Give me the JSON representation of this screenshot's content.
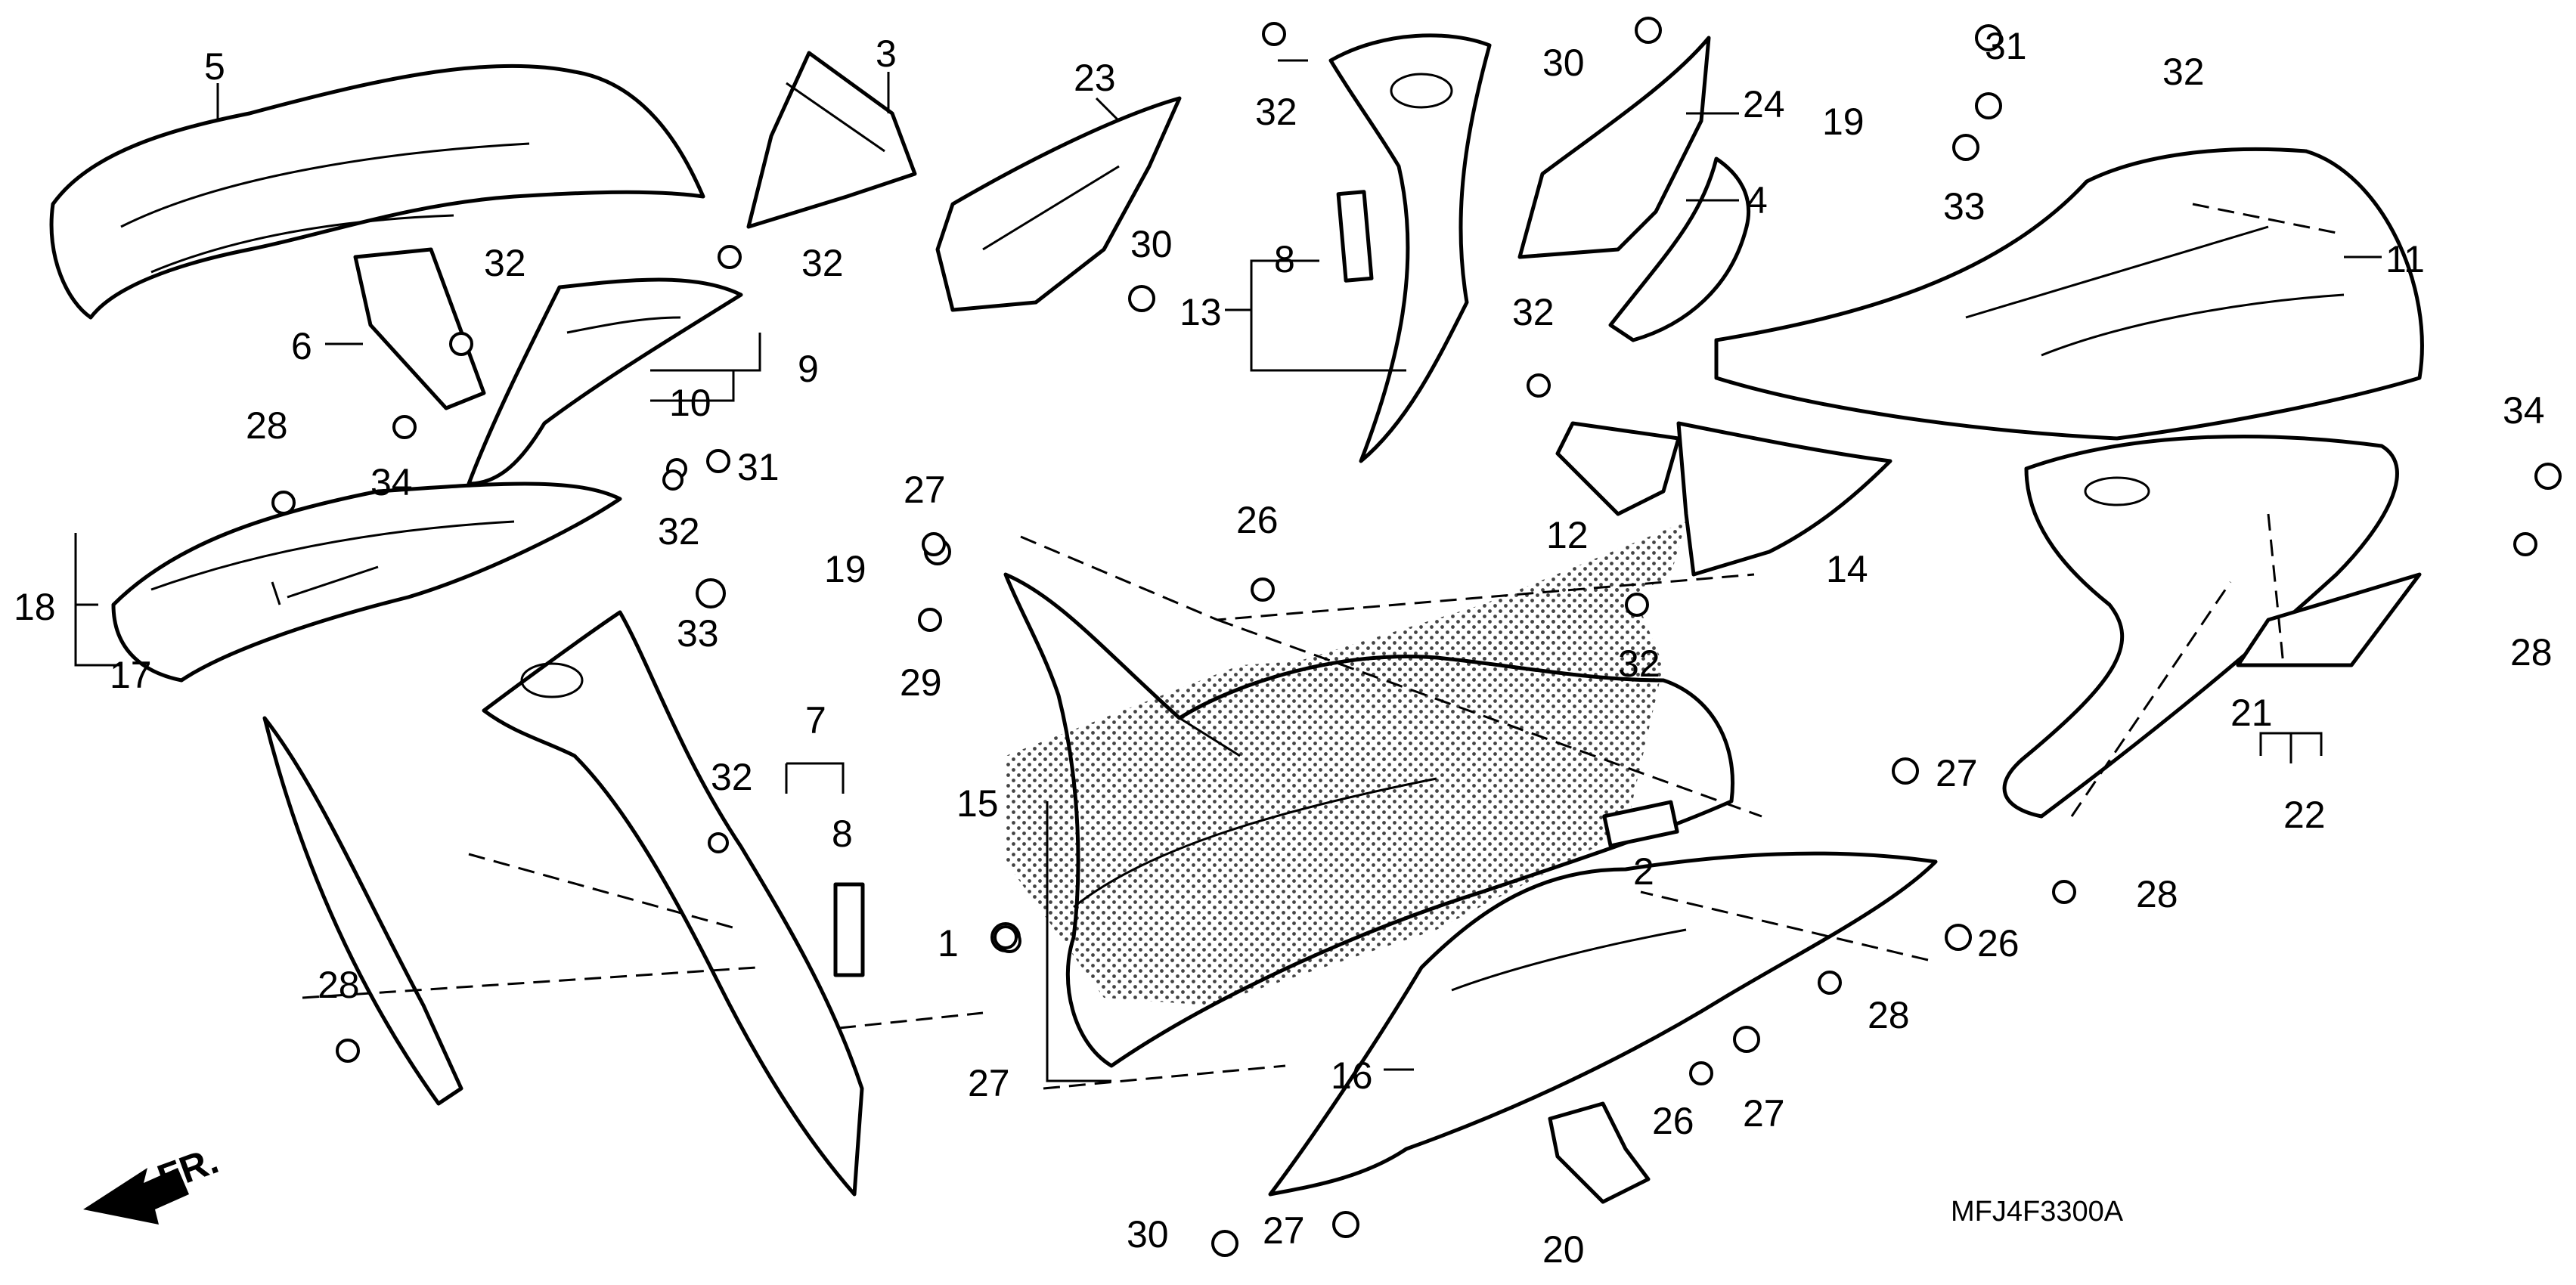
{
  "diagram_code": "MFJ4F3300A",
  "direction_label": "FR.",
  "part_labels": [
    {
      "id": "p5",
      "text": "5"
    },
    {
      "id": "p3",
      "text": "3"
    },
    {
      "id": "p23",
      "text": "23"
    },
    {
      "id": "p32a",
      "text": "32"
    },
    {
      "id": "p30a",
      "text": "30"
    },
    {
      "id": "p24",
      "text": "24"
    },
    {
      "id": "p31a",
      "text": "31"
    },
    {
      "id": "p32b",
      "text": "32"
    },
    {
      "id": "p19a",
      "text": "19"
    },
    {
      "id": "p4",
      "text": "4"
    },
    {
      "id": "p33a",
      "text": "33"
    },
    {
      "id": "p32c",
      "text": "32"
    },
    {
      "id": "p32d",
      "text": "32"
    },
    {
      "id": "p6",
      "text": "6"
    },
    {
      "id": "p30b",
      "text": "30"
    },
    {
      "id": "p8a",
      "text": "8"
    },
    {
      "id": "p13",
      "text": "13"
    },
    {
      "id": "p11",
      "text": "11"
    },
    {
      "id": "p9",
      "text": "9"
    },
    {
      "id": "p10",
      "text": "10"
    },
    {
      "id": "p32e",
      "text": "32"
    },
    {
      "id": "p28a",
      "text": "28"
    },
    {
      "id": "p34a",
      "text": "34"
    },
    {
      "id": "p31b",
      "text": "31"
    },
    {
      "id": "p34b",
      "text": "34"
    },
    {
      "id": "p27a",
      "text": "27"
    },
    {
      "id": "p26a",
      "text": "26"
    },
    {
      "id": "p12",
      "text": "12"
    },
    {
      "id": "p14",
      "text": "14"
    },
    {
      "id": "p32f",
      "text": "32"
    },
    {
      "id": "p19b",
      "text": "19"
    },
    {
      "id": "p18",
      "text": "18"
    },
    {
      "id": "p33b",
      "text": "33"
    },
    {
      "id": "p32g",
      "text": "32"
    },
    {
      "id": "p28b",
      "text": "28"
    },
    {
      "id": "p17",
      "text": "17"
    },
    {
      "id": "p29",
      "text": "29"
    },
    {
      "id": "p7",
      "text": "7"
    },
    {
      "id": "p32h",
      "text": "32"
    },
    {
      "id": "p21",
      "text": "21"
    },
    {
      "id": "p27b",
      "text": "27"
    },
    {
      "id": "p15",
      "text": "15"
    },
    {
      "id": "p8b",
      "text": "8"
    },
    {
      "id": "p22",
      "text": "22"
    },
    {
      "id": "p2",
      "text": "2"
    },
    {
      "id": "p28c",
      "text": "28"
    },
    {
      "id": "p1",
      "text": "1"
    },
    {
      "id": "p26b",
      "text": "26"
    },
    {
      "id": "p28d",
      "text": "28"
    },
    {
      "id": "p28e",
      "text": "28"
    },
    {
      "id": "p27c",
      "text": "27"
    },
    {
      "id": "p16",
      "text": "16"
    },
    {
      "id": "p26c",
      "text": "26"
    },
    {
      "id": "p27d",
      "text": "27"
    },
    {
      "id": "p30c",
      "text": "30"
    },
    {
      "id": "p27e",
      "text": "27"
    },
    {
      "id": "p20",
      "text": "20"
    }
  ]
}
